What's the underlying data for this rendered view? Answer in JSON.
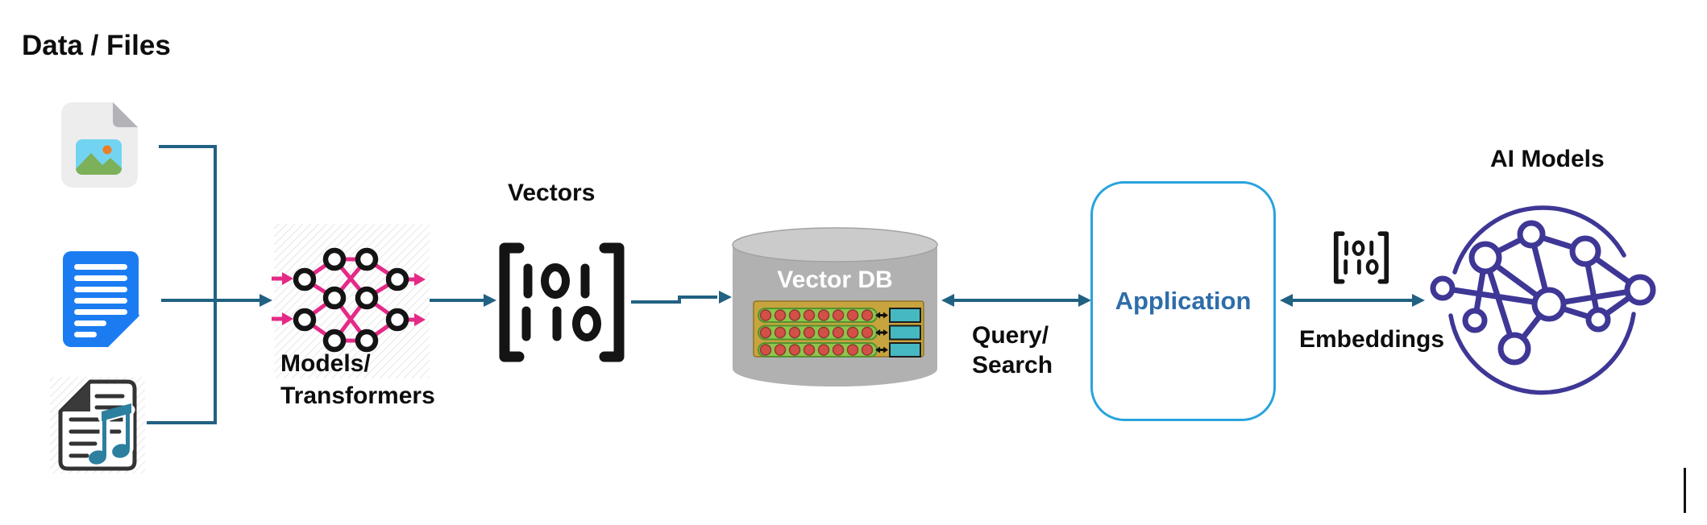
{
  "diagram": {
    "title": "Vector database pipeline diagram",
    "labels": {
      "data_files": "Data / Files",
      "models_line1": "Models/",
      "models_line2": "Transformers",
      "vectors": "Vectors",
      "vector_db": "Vector DB",
      "query_line1": "Query/",
      "query_line2": "Search",
      "application": "Application",
      "embeddings": "Embeddings",
      "ai_models": "AI Models"
    },
    "icons": [
      "image-file-icon",
      "text-document-icon",
      "audio-document-icon",
      "neural-network-icon",
      "binary-vector-icon",
      "database-cylinder-icon",
      "binary-vector-small-icon",
      "brain-network-icon",
      "text-cursor"
    ],
    "colors": {
      "connector_teal": "#216182",
      "neural_net_pink": "#E42A87",
      "icon_black": "#141414",
      "brain_purple": "#3E3795",
      "application_border_blue": "#29A3DC",
      "application_text_blue": "#2E6DA8",
      "document_blue": "#1B7CF2",
      "cylinder_gray": "#B1B1B1",
      "cylinder_top_gray": "#CBCBCB",
      "db_gold": "#C7A43E",
      "db_green": "#8CC74B",
      "db_red": "#D35046",
      "db_teal": "#45B8C2",
      "music_note_teal": "#2C7F9F",
      "image_sky": "#73D4F1",
      "image_mountain": "#7CB159",
      "image_sun": "#EE7D23"
    }
  }
}
